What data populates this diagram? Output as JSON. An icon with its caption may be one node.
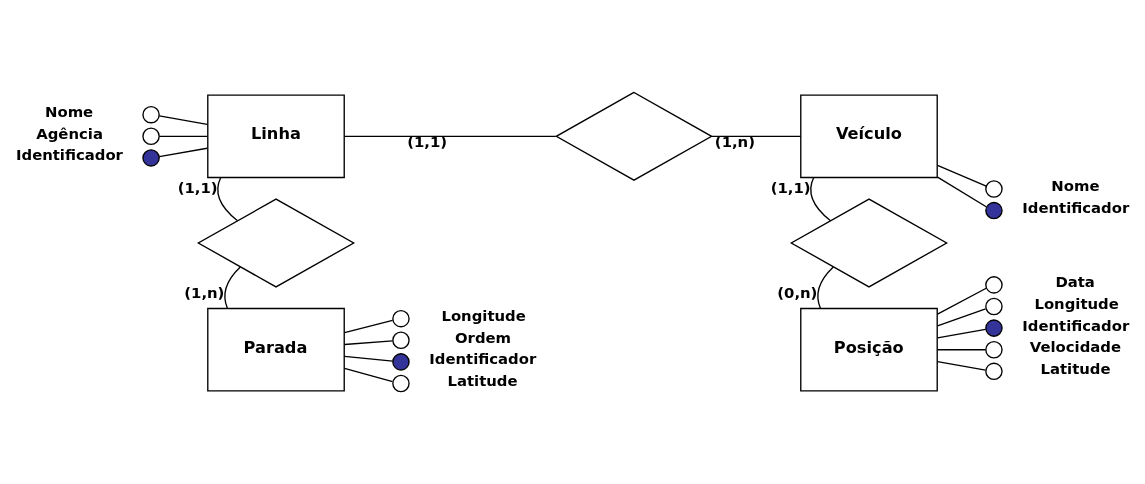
{
  "diagram": {
    "nodes": [
      {
        "text": [],
        "shape": "circle",
        "beside": [
          "Nome"
        ]
      },
      {
        "text": [],
        "shape": "circle",
        "beside": [
          "Agência"
        ]
      },
      {
        "text": [],
        "shape": "dot",
        "beside": [
          "Identificador"
        ]
      },
      {
        "text": [
          "Linha"
        ]
      },
      {
        "text": [],
        "shape": "diamond"
      },
      {
        "text": [
          "Veículo"
        ]
      },
      {
        "text": [],
        "shape": "circle",
        "beside": [
          "Nome"
        ]
      },
      {
        "text": [],
        "shape": "dot",
        "beside": [
          "Identificador"
        ]
      },
      {
        "text": [],
        "shape": "diamond"
      },
      {
        "text": [],
        "shape": "diamond"
      },
      {
        "text": [
          "Parada"
        ]
      },
      {
        "text": [],
        "shape": "circle",
        "beside": [
          "Longitude"
        ]
      },
      {
        "text": [],
        "shape": "circle",
        "beside": [
          "Ordem"
        ]
      },
      {
        "text": [],
        "shape": "dot",
        "beside": [
          "Identificador"
        ]
      },
      {
        "text": [],
        "shape": "circle",
        "beside": [
          "Latitude"
        ]
      },
      {
        "text": [
          "Posição"
        ]
      },
      {
        "text": [],
        "shape": "circle",
        "beside": [
          "Data"
        ]
      },
      {
        "text": [],
        "shape": "circle",
        "beside": [
          "Longitude"
        ]
      },
      {
        "text": [],
        "shape": "dot",
        "beside": [
          "Identificador"
        ]
      },
      {
        "text": [],
        "shape": "circle",
        "beside": [
          "Velocidade"
        ]
      },
      {
        "text": [],
        "shape": "circle",
        "beside": [
          "Latitude"
        ]
      }
    ],
    "edges": [
      {
        "from": 0,
        "to": 3,
        "arrow": "none"
      },
      {
        "from": 1,
        "to": 3,
        "arrow": "none"
      },
      {
        "from": 2,
        "to": 3,
        "arrow": "none"
      },
      {
        "from": 3,
        "to": 4,
        "arrow": "none",
        "label": "(1,1)"
      },
      {
        "from": 4,
        "to": 5,
        "arrow": "none",
        "label": "(1,n)"
      },
      {
        "from": 5,
        "to": 6,
        "arrow": "none"
      },
      {
        "from": 5,
        "to": 7,
        "arrow": "none"
      },
      {
        "from": 3,
        "to": 8,
        "arrow": "none",
        "label": "(1,1)"
      },
      {
        "from": 8,
        "to": 10,
        "arrow": "none",
        "label": "(1,n)"
      },
      {
        "from": 5,
        "to": 9,
        "arrow": "none",
        "label": "(1,1)"
      },
      {
        "from": 9,
        "to": 15,
        "arrow": "none",
        "label": "(0,n)"
      },
      {
        "from": 10,
        "to": 11,
        "arrow": "none"
      },
      {
        "from": 10,
        "to": 12,
        "arrow": "none"
      },
      {
        "from": 10,
        "to": 13,
        "arrow": "none"
      },
      {
        "from": 10,
        "to": 14,
        "arrow": "none"
      },
      {
        "from": 15,
        "to": 16,
        "arrow": "none"
      },
      {
        "from": 15,
        "to": 17,
        "arrow": "none"
      },
      {
        "from": 15,
        "to": 18,
        "arrow": "none"
      },
      {
        "from": 15,
        "to": 19,
        "arrow": "none"
      },
      {
        "from": 15,
        "to": 20,
        "arrow": "none"
      }
    ]
  }
}
